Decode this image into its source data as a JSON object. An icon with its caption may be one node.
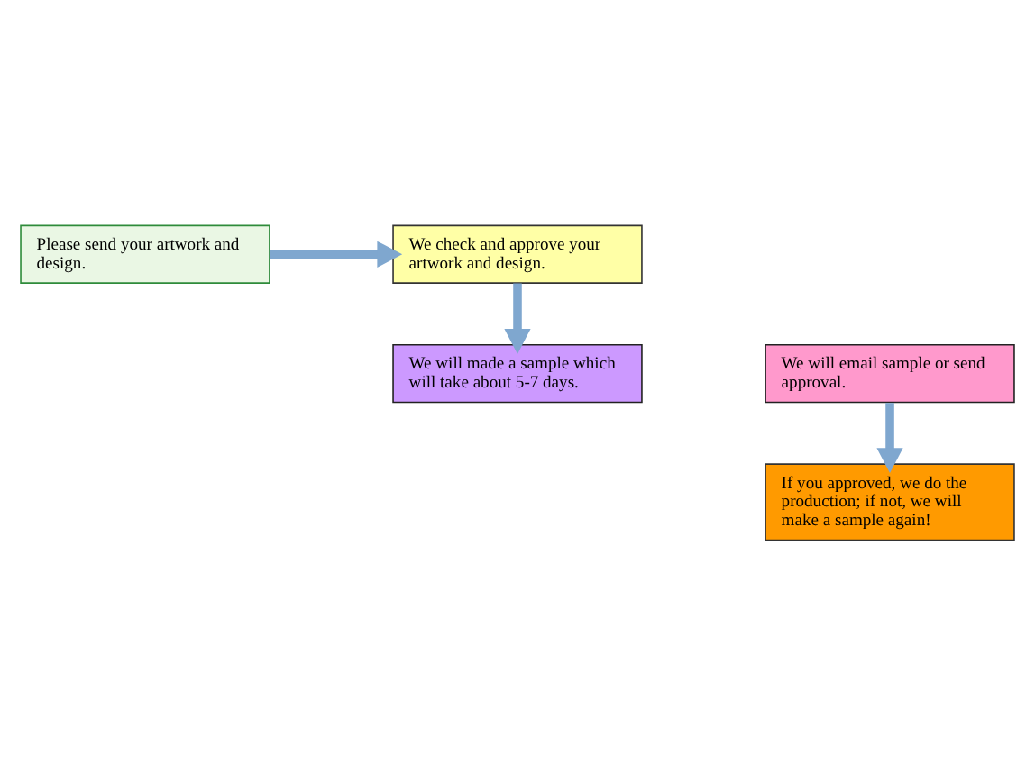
{
  "diagram": {
    "nodes": [
      {
        "text": [
          "Please send your artwork and design."
        ]
      },
      {
        "text": [
          "We check and approve your artwork and design."
        ]
      },
      {
        "text": [
          "We will email sample or send",
          "approval."
        ]
      },
      {
        "text": [
          "We will made a sample which will take about 5-7 days."
        ]
      },
      {
        "text": [
          "If you approved, we do the production; if not, we will make a sample again!"
        ]
      }
    ],
    "edges": [
      {
        "from": 0,
        "to": 1,
        "arrow": "to"
      },
      {
        "from": 1,
        "to": 3,
        "arrow": "to"
      },
      {
        "from": 2,
        "to": 4,
        "arrow": "to"
      }
    ]
  }
}
